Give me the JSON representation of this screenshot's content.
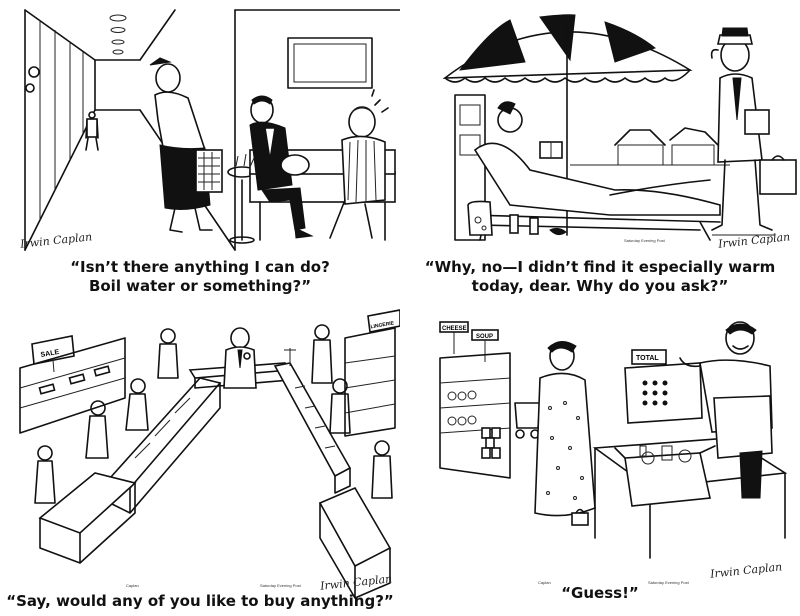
{
  "panels": [
    {
      "caption_lines": [
        "“Isn’t there anything I can do?",
        "Boil water or something?”"
      ],
      "signature": "Irwin Caplan"
    },
    {
      "caption_lines": [
        "“Why, no—I didn’t find it especially warm",
        "today, dear.  Why do you ask?”"
      ],
      "signature": "Irwin Caplan",
      "credit": "Saturday Evening Post"
    },
    {
      "caption_lines": [
        "“Say, would any of you like to buy anything?”"
      ],
      "signature": "Irwin Caplan",
      "credit": "Saturday Evening Post",
      "credit_small": "Caplan",
      "signs": {
        "sale": "SALE",
        "lingerie": "LINGERIE"
      }
    },
    {
      "caption_lines": [
        "“Guess!”"
      ],
      "signature": "Irwin Caplan",
      "credit": "Saturday Evening Post",
      "credit_small": "Caplan",
      "signs": {
        "cheese": "CHEESE",
        "soup": "SOUP",
        "total": "TOTAL"
      }
    }
  ]
}
